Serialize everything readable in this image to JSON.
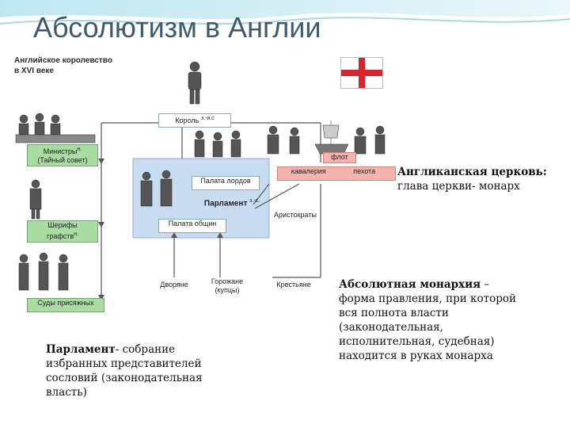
{
  "title": "Абсолютизм в Англии",
  "caption": [
    "Английское королевство",
    "в XVI веке"
  ],
  "boxes": {
    "king": "Король",
    "king_note": "з.-и.с",
    "ministers": [
      "Министры",
      "(Тайный совет)"
    ],
    "ministers_note": "н.",
    "sheriffs": [
      "Шерифы",
      "графств"
    ],
    "sheriffs_note": "н.",
    "judges": "Суды присяжных",
    "lords": "Палата лордов",
    "parliament": "Парламент",
    "parliament_note": "з.-с.",
    "commons": "Палата общин",
    "aristocrats": "Аристократы",
    "fleet": "флот",
    "cavalry": "кавалерия",
    "infantry": "пехота",
    "nobles": "Дворяне",
    "townsmen": [
      "Горожане",
      "(купцы)"
    ],
    "peasants": "Крестьяне"
  },
  "church": {
    "bold": "Англиканская церковь:",
    "rest": "глава церкви- монарх"
  },
  "absolute": {
    "bold": "Абсолютная монархия",
    "lines": [
      " – ",
      "форма правления, при которой",
      "вся полнота власти",
      "(законодательная,",
      "исполнительная, судебная)",
      "находится в руках монарха"
    ]
  },
  "parliament_def": {
    "bold": "Парламент",
    "lines": [
      "- собрание",
      "избранных представителей",
      "сословий (законодательная",
      "власть)"
    ]
  },
  "colors": {
    "green": "#a8dca0",
    "blue": "#c7dcf0",
    "pink": "#f4b3ad",
    "flag_red": "#d9262c",
    "title": "#3f5a6a"
  }
}
